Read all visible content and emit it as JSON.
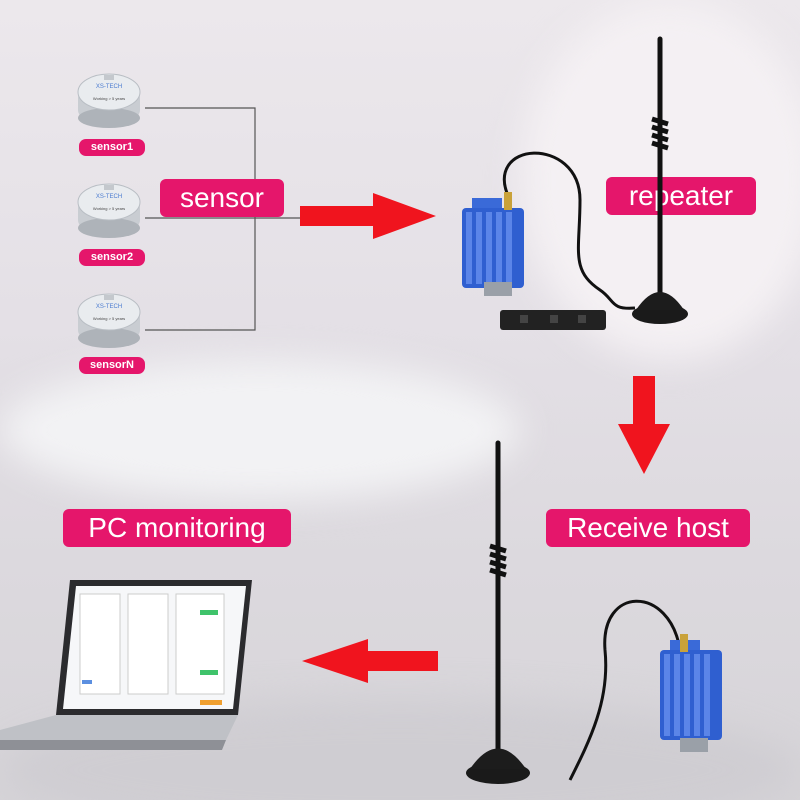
{
  "labels": {
    "sensor": "sensor",
    "repeater": "repeater",
    "receive_host": "Receive host",
    "pc_monitoring": "PC monitoring"
  },
  "sensors": [
    {
      "label": "sensor1",
      "face_text": "XS-TECH",
      "face_sub": "Working > 5 years"
    },
    {
      "label": "sensor2",
      "face_text": "XS-TECH",
      "face_sub": "Working > 5 years"
    },
    {
      "label": "sensorN",
      "face_text": "XS-TECH",
      "face_sub": "Working > 5 years"
    }
  ],
  "colors": {
    "label_bg": "#e5166b",
    "arrow": "#f0141e",
    "module_blue": "#2f5fd0"
  },
  "icons": [
    "sensor-device-icon",
    "arrow-right-icon",
    "arrow-down-icon",
    "arrow-left-icon",
    "antenna-icon",
    "radio-module-icon",
    "laptop-icon"
  ]
}
